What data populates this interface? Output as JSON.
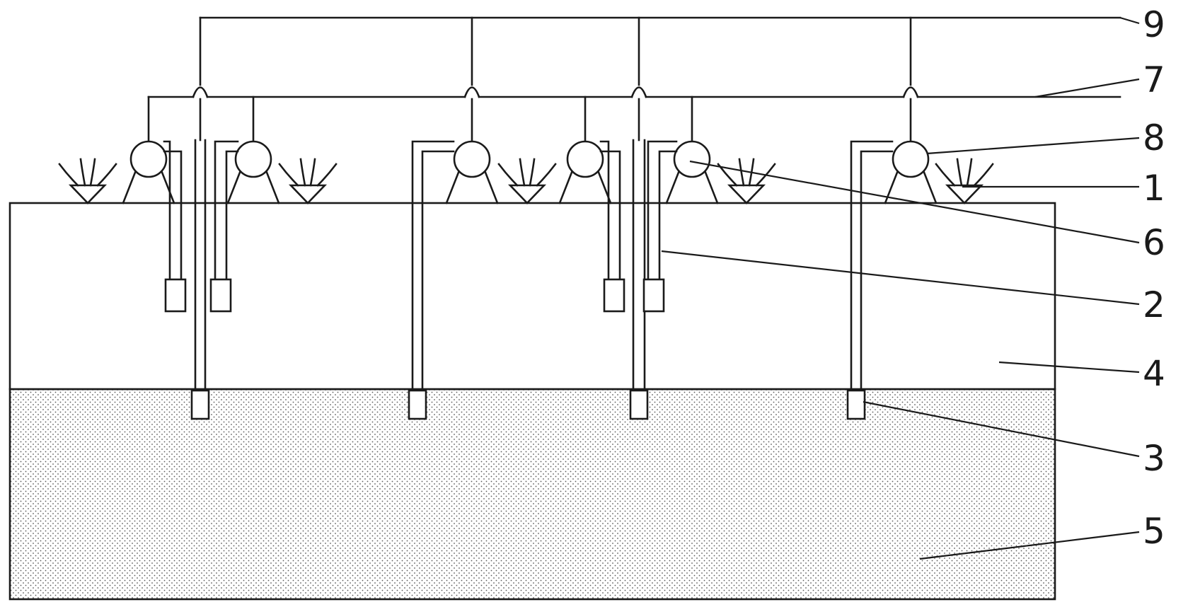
{
  "diagram": {
    "callouts": [
      {
        "id": "9",
        "label": "9"
      },
      {
        "id": "7",
        "label": "7"
      },
      {
        "id": "8",
        "label": "8"
      },
      {
        "id": "1",
        "label": "1"
      },
      {
        "id": "6",
        "label": "6"
      },
      {
        "id": "2",
        "label": "2"
      },
      {
        "id": "4",
        "label": "4"
      },
      {
        "id": "3",
        "label": "3"
      },
      {
        "id": "5",
        "label": "5"
      }
    ]
  }
}
